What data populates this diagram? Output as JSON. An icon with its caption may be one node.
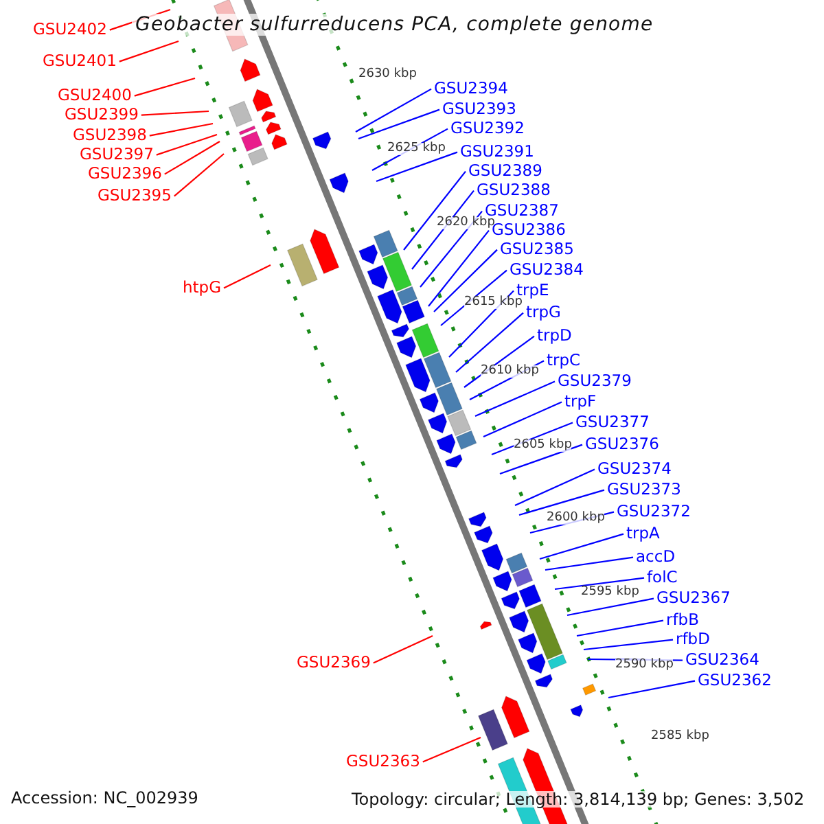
{
  "diagram": {
    "title": "Geobacter sulfurreducens PCA, complete genome",
    "nodes": [
      {
        "text": [
          "GSU2402"
        ]
      },
      {
        "text": [
          "GSU2401"
        ]
      },
      {
        "text": [
          "GSU2400"
        ]
      },
      {
        "text": [
          "GSU2399"
        ]
      },
      {
        "text": [
          "GSU2398"
        ]
      },
      {
        "text": [
          "GSU2397"
        ]
      },
      {
        "text": [
          "GSU2396"
        ]
      },
      {
        "text": [
          "GSU2395"
        ]
      },
      {
        "text": [
          "htpG"
        ]
      },
      {
        "text": [
          "GSU2369"
        ]
      },
      {
        "text": [
          "GSU2363"
        ]
      },
      {
        "text": [
          "GSU2394"
        ]
      },
      {
        "text": [
          "GSU2393"
        ]
      },
      {
        "text": [
          "GSU2392"
        ]
      },
      {
        "text": [
          "GSU2391"
        ]
      },
      {
        "text": [
          "GSU2389"
        ]
      },
      {
        "text": [
          "GSU2388"
        ]
      },
      {
        "text": [
          "GSU2387"
        ]
      },
      {
        "text": [
          "GSU2386"
        ]
      },
      {
        "text": [
          "GSU2385"
        ]
      },
      {
        "text": [
          "GSU2384"
        ]
      },
      {
        "text": [
          "trpE"
        ]
      },
      {
        "text": [
          "trpG"
        ]
      },
      {
        "text": [
          "trpD"
        ]
      },
      {
        "text": [
          "trpC"
        ]
      },
      {
        "text": [
          "GSU2379"
        ]
      },
      {
        "text": [
          "trpF"
        ]
      },
      {
        "text": [
          "GSU2377"
        ]
      },
      {
        "text": [
          "GSU2376"
        ]
      },
      {
        "text": [
          "GSU2374"
        ]
      },
      {
        "text": [
          "GSU2373"
        ]
      },
      {
        "text": [
          "GSU2372"
        ]
      },
      {
        "text": [
          "trpA"
        ]
      },
      {
        "text": [
          "accD"
        ]
      },
      {
        "text": [
          "folC"
        ]
      },
      {
        "text": [
          "GSU2367"
        ]
      },
      {
        "text": [
          "rfbB"
        ]
      },
      {
        "text": [
          "rfbD"
        ]
      },
      {
        "text": [
          "GSU2364"
        ]
      },
      {
        "text": [
          "GSU2362"
        ]
      }
    ],
    "edges": [
      {
        "from": 0,
        "to": null,
        "arrow": "none",
        "color": "#ff0000"
      },
      {
        "from": 1,
        "to": null,
        "arrow": "none",
        "color": "#ff0000"
      },
      {
        "from": 2,
        "to": null,
        "arrow": "none",
        "color": "#ff0000"
      },
      {
        "from": 3,
        "to": null,
        "arrow": "none",
        "color": "#ff0000"
      },
      {
        "from": 4,
        "to": null,
        "arrow": "none",
        "color": "#ff0000"
      },
      {
        "from": 5,
        "to": null,
        "arrow": "none",
        "color": "#ff0000"
      },
      {
        "from": 6,
        "to": null,
        "arrow": "none",
        "color": "#ff0000"
      },
      {
        "from": 7,
        "to": null,
        "arrow": "none",
        "color": "#ff0000"
      },
      {
        "from": 8,
        "to": null,
        "arrow": "none",
        "color": "#ff0000"
      },
      {
        "from": 9,
        "to": null,
        "arrow": "none",
        "color": "#ff0000"
      },
      {
        "from": 10,
        "to": null,
        "arrow": "none",
        "color": "#ff0000"
      },
      {
        "from": 11,
        "to": null,
        "arrow": "none"
      },
      {
        "from": 12,
        "to": null,
        "arrow": "none"
      },
      {
        "from": 13,
        "to": null,
        "arrow": "none"
      },
      {
        "from": 14,
        "to": null,
        "arrow": "none"
      },
      {
        "from": 15,
        "to": null,
        "arrow": "none"
      },
      {
        "from": 16,
        "to": null,
        "arrow": "none"
      },
      {
        "from": 17,
        "to": null,
        "arrow": "none"
      },
      {
        "from": 18,
        "to": null,
        "arrow": "none"
      },
      {
        "from": 19,
        "to": null,
        "arrow": "none"
      },
      {
        "from": 20,
        "to": null,
        "arrow": "none"
      },
      {
        "from": 21,
        "to": null,
        "arrow": "none"
      },
      {
        "from": 22,
        "to": null,
        "arrow": "none"
      },
      {
        "from": 23,
        "to": null,
        "arrow": "none"
      },
      {
        "from": 24,
        "to": null,
        "arrow": "none"
      },
      {
        "from": 25,
        "to": null,
        "arrow": "none"
      },
      {
        "from": 26,
        "to": null,
        "arrow": "none"
      },
      {
        "from": 27,
        "to": null,
        "arrow": "none"
      },
      {
        "from": 28,
        "to": null,
        "arrow": "none"
      },
      {
        "from": 29,
        "to": null,
        "arrow": "none"
      },
      {
        "from": 30,
        "to": null,
        "arrow": "none"
      },
      {
        "from": 31,
        "to": null,
        "arrow": "none"
      },
      {
        "from": 32,
        "to": null,
        "arrow": "none"
      },
      {
        "from": 33,
        "to": null,
        "arrow": "none"
      },
      {
        "from": 34,
        "to": null,
        "arrow": "none"
      },
      {
        "from": 35,
        "to": null,
        "arrow": "none"
      },
      {
        "from": 36,
        "to": null,
        "arrow": "none"
      },
      {
        "from": 37,
        "to": null,
        "arrow": "none"
      },
      {
        "from": 38,
        "to": null,
        "arrow": "none"
      },
      {
        "from": 39,
        "to": null,
        "arrow": "none"
      }
    ],
    "labels": [
      "2630 kbp",
      "2625 kbp",
      "2620 kbp",
      "2615 kbp",
      "2610 kbp",
      "2605 kbp",
      "2600 kbp",
      "2595 kbp",
      "2590 kbp",
      "2585 kbp",
      "Accession: NC_002939",
      "Topology: circular; Length: 3,814,139 bp; Genes: 3,502"
    ]
  }
}
